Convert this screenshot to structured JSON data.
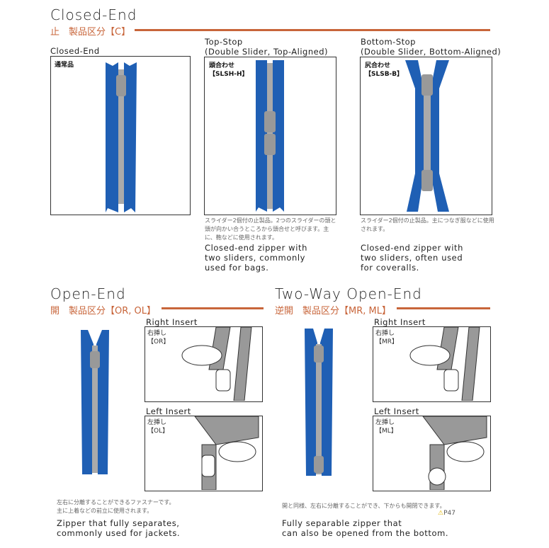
{
  "closed_end": {
    "title": "Closed-End",
    "subtitle": "止　製品区分【C】",
    "items": [
      {
        "label": "Closed-End",
        "tag": "通常品",
        "tag_code": ""
      },
      {
        "label": "Top-Stop",
        "label2": "(Double Slider, Top-Aligned)",
        "tag": "頭合わせ",
        "tag_code": "【SLSH-H】",
        "jp": "スライダー2個付の止製品。2つのスライダーの頭と頭が向かい合うところから頭合せと呼びます。主に、鞄などに使用されます。",
        "en": [
          "Closed-end zipper with",
          "two sliders, commonly",
          "used for bags."
        ]
      },
      {
        "label": "Bottom-Stop",
        "label2": "(Double Slider, Bottom-Aligned)",
        "tag": "尻合わせ",
        "tag_code": "【SLSB-B】",
        "jp": "スライダー2個付の止製品。主につなぎ服などに使用されます。",
        "en": [
          "Closed-end zipper with",
          "two sliders, often used",
          "for coveralls."
        ]
      }
    ]
  },
  "open_end": {
    "title": "Open-End",
    "subtitle": "開　製品区分【OR, OL】",
    "right": {
      "label": "Right Insert",
      "tag": "右挿し",
      "code": "【OR】"
    },
    "left": {
      "label": "Left Insert",
      "tag": "左挿し",
      "code": "【OL】"
    },
    "jp": [
      "左右に分離することができるファスナーです。",
      "主に上着などの前立に使用されます。"
    ],
    "en": [
      "Zipper that fully separates,",
      "commonly used for jackets."
    ]
  },
  "two_way": {
    "title": "Two-Way Open-End",
    "subtitle": "逆開　製品区分【MR, ML】",
    "right": {
      "label": "Right Insert",
      "tag": "右挿し",
      "code": "【MR】"
    },
    "left": {
      "label": "Left Insert",
      "tag": "左挿し",
      "code": "【ML】"
    },
    "jp": "開と同様、左右に分離することができ、下からも開閉できます。",
    "ref": "P47",
    "en": [
      "Fully separable zipper that",
      "can also be opened from the bottom."
    ]
  },
  "colors": {
    "accent": "#c8653a",
    "zipper": "#1f5fb4"
  }
}
